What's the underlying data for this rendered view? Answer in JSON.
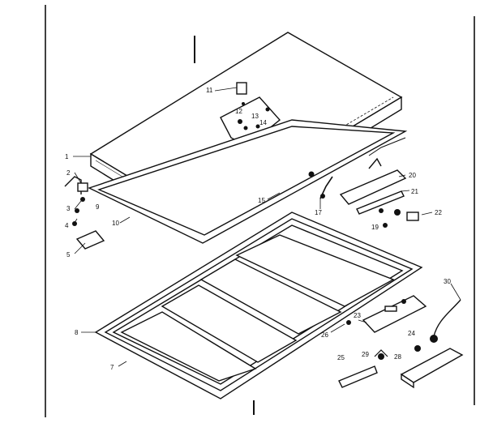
{
  "callouts": {
    "c1": "1",
    "c2": "2",
    "c3": "3",
    "c4": "4",
    "c5": "5",
    "c7": "7",
    "c8": "8",
    "c9": "9",
    "c10": "10",
    "c11": "11",
    "c12": "12",
    "c13": "13",
    "c14": "14",
    "c15": "15",
    "c17": "17",
    "c19": "19",
    "c20": "20",
    "c21": "21",
    "c22": "22",
    "c23": "23",
    "c24": "24",
    "c25": "25",
    "c26": "26",
    "c28": "28",
    "c29": "29",
    "c30": "30"
  }
}
